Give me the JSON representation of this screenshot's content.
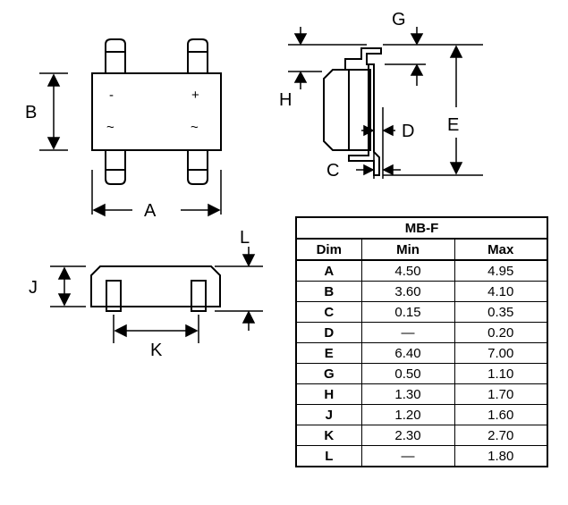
{
  "labels": {
    "A": "A",
    "B": "B",
    "C": "C",
    "D": "D",
    "E": "E",
    "G": "G",
    "H": "H",
    "J": "J",
    "K": "K",
    "L": "L",
    "minus": "-",
    "plus": "+",
    "tilde": "~"
  },
  "table": {
    "title": "MB-F",
    "headers": [
      "Dim",
      "Min",
      "Max"
    ],
    "rows": [
      {
        "dim": "A",
        "min": "4.50",
        "max": "4.95"
      },
      {
        "dim": "B",
        "min": "3.60",
        "max": "4.10"
      },
      {
        "dim": "C",
        "min": "0.15",
        "max": "0.35"
      },
      {
        "dim": "D",
        "min": "—",
        "max": "0.20"
      },
      {
        "dim": "E",
        "min": "6.40",
        "max": "7.00"
      },
      {
        "dim": "G",
        "min": "0.50",
        "max": "1.10"
      },
      {
        "dim": "H",
        "min": "1.30",
        "max": "1.70"
      },
      {
        "dim": "J",
        "min": "1.20",
        "max": "1.60"
      },
      {
        "dim": "K",
        "min": "2.30",
        "max": "2.70"
      },
      {
        "dim": "L",
        "min": "—",
        "max": "1.80"
      }
    ]
  }
}
